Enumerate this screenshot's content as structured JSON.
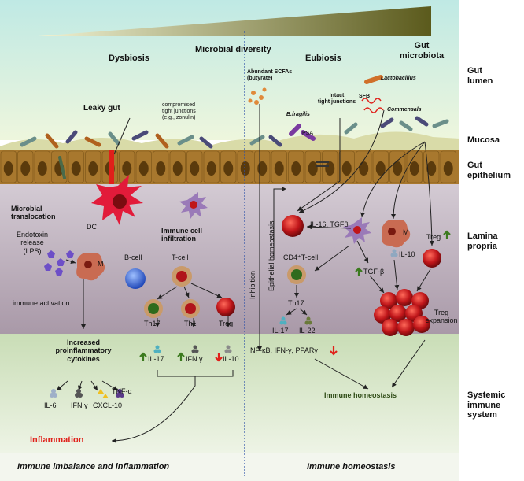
{
  "header": {
    "dysbiosis": "Dysbiosis",
    "microbial_diversity": "Microbial  diversity",
    "eubiosis": "Eubiosis",
    "gut_microbiota": "Gut\nmicrobiota"
  },
  "layers": {
    "gut_lumen": "Gut\nlumen",
    "mucosa": "Mucosa",
    "gut_epithelium": "Gut\nepithelium",
    "lamina_propria": "Lamina\npropria",
    "systemic": "Systemic\nimmune\nsystem"
  },
  "left": {
    "leaky_gut": "Leaky gut",
    "compromised_tj": "compromised\ntight junctions\n(e.g., zonulin)",
    "microbial_translocation": "Microbial\ntranslocation",
    "dc": "DC",
    "endotoxin": "Endotoxin\nrelease\n(LPS)",
    "macrophage": "M",
    "immune_cell_infiltration": "Immune cell\ninfiltration",
    "b_cell": "B-cell",
    "t_cell": "T-cell",
    "immune_activation": "immune activation",
    "th17": "Th17",
    "th1": "Th1",
    "treg": "Treg",
    "il17": "IL-17",
    "ifn": "IFN γ",
    "il10": "IL-10",
    "increased_cytokines": "Increased\nproinflammatory\ncytokines",
    "il6": "IL-6",
    "ifn2": "IFN γ",
    "cxcl10": "CXCL-10",
    "tnfa": "TNF-α",
    "inflammation": "Inflammation",
    "footer": "Immune imbalance and inflammation"
  },
  "right": {
    "scfa": "Abundant SCFAs\n(butyrate)",
    "intact_tj": "Intact\ntight junctions",
    "bfragilis": "B.fragilis",
    "psa": "PSA",
    "sfb": "SFB",
    "lactobacillus": "Lactobacillus",
    "commensals": "Commensals",
    "epithelial_homeostasis": "Epithelial homeostasis",
    "inhibition": "Inhibition",
    "il16_tgfb": "IL-16, TGFβ",
    "cd4": "CD4⁺T-cell",
    "macrophage": "M",
    "treg_up": "Treg",
    "il10": "IL-10",
    "tgfb": "TGF-β",
    "th17": "Th17",
    "il17": "IL-17",
    "il22": "IL-22",
    "treg_expansion": "Treg\nexpansion",
    "nfkb": "NF-κB, IFN-γ, PPARγ",
    "immune_homeostasis": "Immune homeostasis",
    "footer": "Immune homeostasis"
  },
  "colors": {
    "lumen_top": "#bfe9e4",
    "mucus": "#d9dba8",
    "epithelium": "#a8782e",
    "nucleus": "#5a3a0c",
    "lamina": "#b8aab6",
    "systemic": "#c4d9b0",
    "red_cell": "#c0161a",
    "arrow_green": "#3b7a1e",
    "arrow_red": "#e0201a",
    "divider": "#2b4fa8"
  }
}
